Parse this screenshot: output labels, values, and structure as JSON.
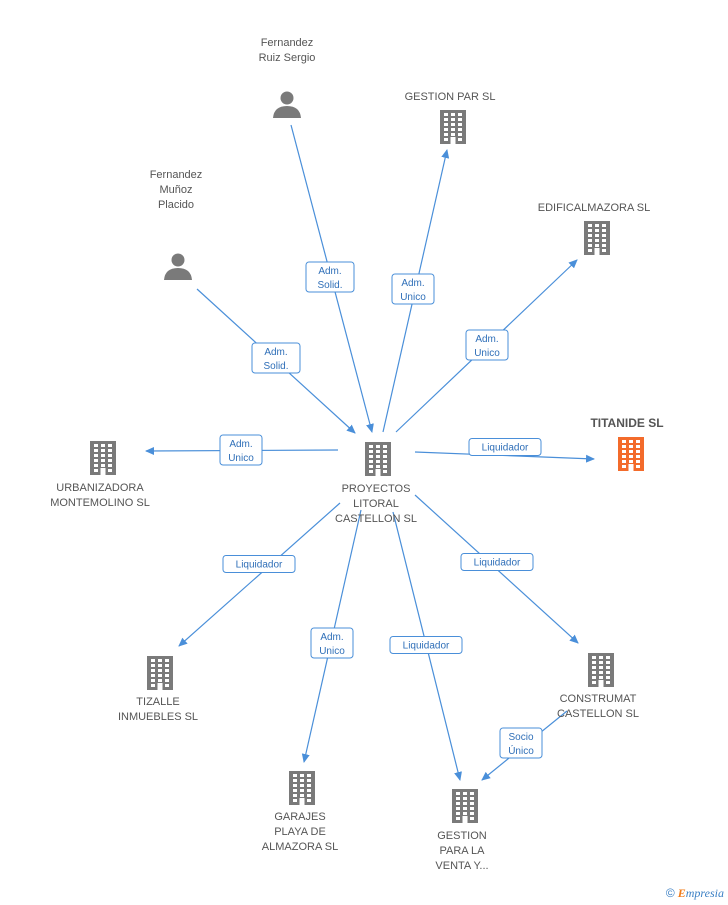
{
  "colors": {
    "edge": "#4a8fd9",
    "company": "#7a7a7a",
    "person": "#7a7a7a",
    "highlight": "#f36b2b"
  },
  "nodes": [
    {
      "id": "center",
      "type": "company",
      "label": [
        "PROYECTOS",
        "LITORAL",
        "CASTELLON SL"
      ]
    },
    {
      "id": "fernandez-ruiz",
      "type": "person",
      "label": [
        "Fernandez",
        "Ruiz Sergio"
      ]
    },
    {
      "id": "fernandez-munoz",
      "type": "person",
      "label": [
        "Fernandez",
        "Muñoz",
        "Placido"
      ]
    },
    {
      "id": "gestion-par",
      "type": "company",
      "label": [
        "GESTION PAR SL"
      ]
    },
    {
      "id": "edificalmazora",
      "type": "company",
      "label": [
        "EDIFICALMAZORA SL"
      ]
    },
    {
      "id": "titanide",
      "type": "company-highlight",
      "label": [
        "TITANIDE SL"
      ]
    },
    {
      "id": "urbanizadora",
      "type": "company",
      "label": [
        "URBANIZADORA",
        "MONTEMOLINO SL"
      ]
    },
    {
      "id": "tizalle",
      "type": "company",
      "label": [
        "TIZALLE",
        "INMUEBLES SL"
      ]
    },
    {
      "id": "garajes",
      "type": "company",
      "label": [
        "GARAJES",
        "PLAYA DE",
        "ALMAZORA SL"
      ]
    },
    {
      "id": "gestion-venta",
      "type": "company",
      "label": [
        "GESTION",
        "PARA LA",
        "VENTA Y..."
      ]
    },
    {
      "id": "construmat",
      "type": "company",
      "label": [
        "CONSTRUMAT",
        "CASTELLON SL"
      ]
    }
  ],
  "edges": [
    {
      "from": "fernandez-ruiz",
      "to": "center",
      "label": [
        "Adm.",
        "Solid."
      ]
    },
    {
      "from": "fernandez-munoz",
      "to": "center",
      "label": [
        "Adm.",
        "Solid."
      ]
    },
    {
      "from": "center",
      "to": "gestion-par",
      "label": [
        "Adm.",
        "Unico"
      ]
    },
    {
      "from": "center",
      "to": "edificalmazora",
      "label": [
        "Adm.",
        "Unico"
      ]
    },
    {
      "from": "center",
      "to": "titanide",
      "label": [
        "Liquidador"
      ]
    },
    {
      "from": "center",
      "to": "urbanizadora",
      "label": [
        "Adm.",
        "Unico"
      ]
    },
    {
      "from": "center",
      "to": "tizalle",
      "label": [
        "Liquidador"
      ]
    },
    {
      "from": "center",
      "to": "garajes",
      "label": [
        "Adm.",
        "Unico"
      ]
    },
    {
      "from": "center",
      "to": "gestion-venta",
      "label": [
        "Liquidador"
      ]
    },
    {
      "from": "center",
      "to": "construmat",
      "label": [
        "Liquidador"
      ]
    },
    {
      "from": "construmat",
      "to": "gestion-venta",
      "label": [
        "Socio",
        "Único"
      ]
    }
  ],
  "footer": {
    "copyright": "©",
    "brand_initial": "E",
    "brand_rest": "mpresia"
  }
}
